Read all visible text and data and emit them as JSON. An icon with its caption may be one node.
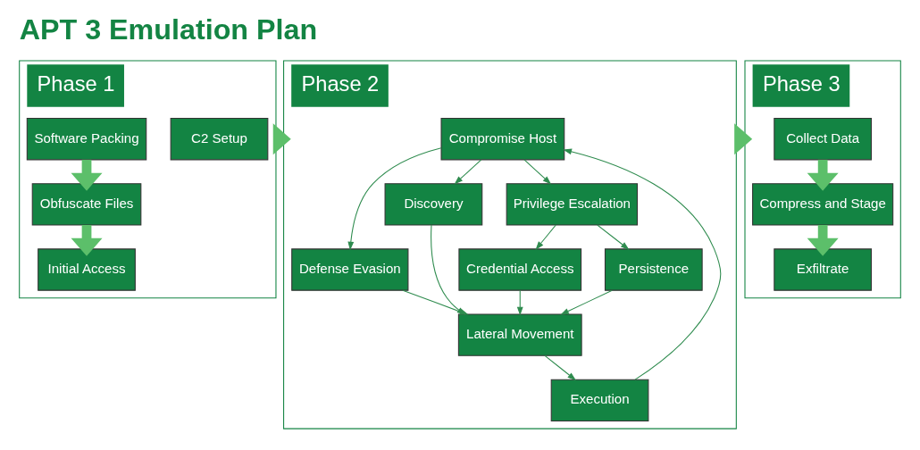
{
  "diagram": {
    "title": "APT 3 Emulation Plan",
    "nodes": [
      {
        "text": [
          "Phase 1"
        ]
      },
      {
        "text": [
          "C2 Setup"
        ],
        "in": 0
      },
      {
        "text": [
          "Software Packing"
        ],
        "in": 0
      },
      {
        "text": [
          "Obfuscate Files"
        ],
        "in": 0
      },
      {
        "text": [
          "Initial Access"
        ],
        "in": 0
      },
      {
        "text": [
          "Phase 2"
        ]
      },
      {
        "text": [
          "Compromise Host"
        ],
        "in": 5
      },
      {
        "text": [
          "Defense Evasion"
        ],
        "in": 5
      },
      {
        "text": [
          "Discovery"
        ],
        "in": 5
      },
      {
        "text": [
          "Privilege Escalation"
        ],
        "in": 5
      },
      {
        "text": [
          "Credential Access"
        ],
        "in": 5
      },
      {
        "text": [
          "Persistence"
        ],
        "in": 5
      },
      {
        "text": [
          "Lateral Movement"
        ],
        "in": 5
      },
      {
        "text": [
          "Execution"
        ],
        "in": 5
      },
      {
        "text": [
          "Phase 3"
        ]
      },
      {
        "text": [
          "Collect Data"
        ],
        "in": 14
      },
      {
        "text": [
          "Compress and Stage"
        ],
        "in": 14
      },
      {
        "text": [
          "Exfiltrate"
        ],
        "in": 14
      }
    ],
    "edges": [
      {
        "from": 0,
        "to": 5,
        "arrow": "to",
        "style": "thick",
        "color": "#5cbf6a"
      },
      {
        "from": 5,
        "to": 14,
        "arrow": "to",
        "style": "thick",
        "color": "#5cbf6a"
      },
      {
        "from": 2,
        "to": 3,
        "arrow": "to",
        "style": "thick",
        "color": "#5cbf6a"
      },
      {
        "from": 3,
        "to": 4,
        "arrow": "to",
        "style": "thick",
        "color": "#5cbf6a"
      },
      {
        "from": 6,
        "to": 7,
        "arrow": "to"
      },
      {
        "from": 6,
        "to": 8,
        "arrow": "to"
      },
      {
        "from": 6,
        "to": 9,
        "arrow": "to"
      },
      {
        "from": 9,
        "to": 10,
        "arrow": "to"
      },
      {
        "from": 9,
        "to": 11,
        "arrow": "to"
      },
      {
        "from": 8,
        "to": 12,
        "arrow": "to"
      },
      {
        "from": 7,
        "to": 12,
        "arrow": "to"
      },
      {
        "from": 10,
        "to": 12,
        "arrow": "to"
      },
      {
        "from": 11,
        "to": 12,
        "arrow": "to"
      },
      {
        "from": 12,
        "to": 13,
        "arrow": "to"
      },
      {
        "from": 13,
        "to": 6,
        "arrow": "to"
      },
      {
        "from": 15,
        "to": 16,
        "arrow": "to",
        "style": "thick",
        "color": "#5cbf6a"
      },
      {
        "from": 16,
        "to": 17,
        "arrow": "to",
        "style": "thick",
        "color": "#5cbf6a"
      }
    ]
  }
}
